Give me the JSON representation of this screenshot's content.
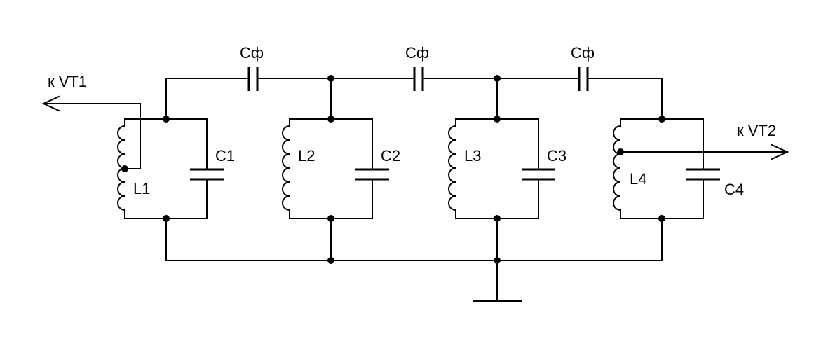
{
  "labels": {
    "coupling_caps": [
      "Сф",
      "Сф",
      "Сф"
    ],
    "inductors": [
      "L1",
      "L2",
      "L3",
      "L4"
    ],
    "capacitors": [
      "C1",
      "C2",
      "C3",
      "C4"
    ],
    "input": "к VT1",
    "output": "к VT2"
  }
}
